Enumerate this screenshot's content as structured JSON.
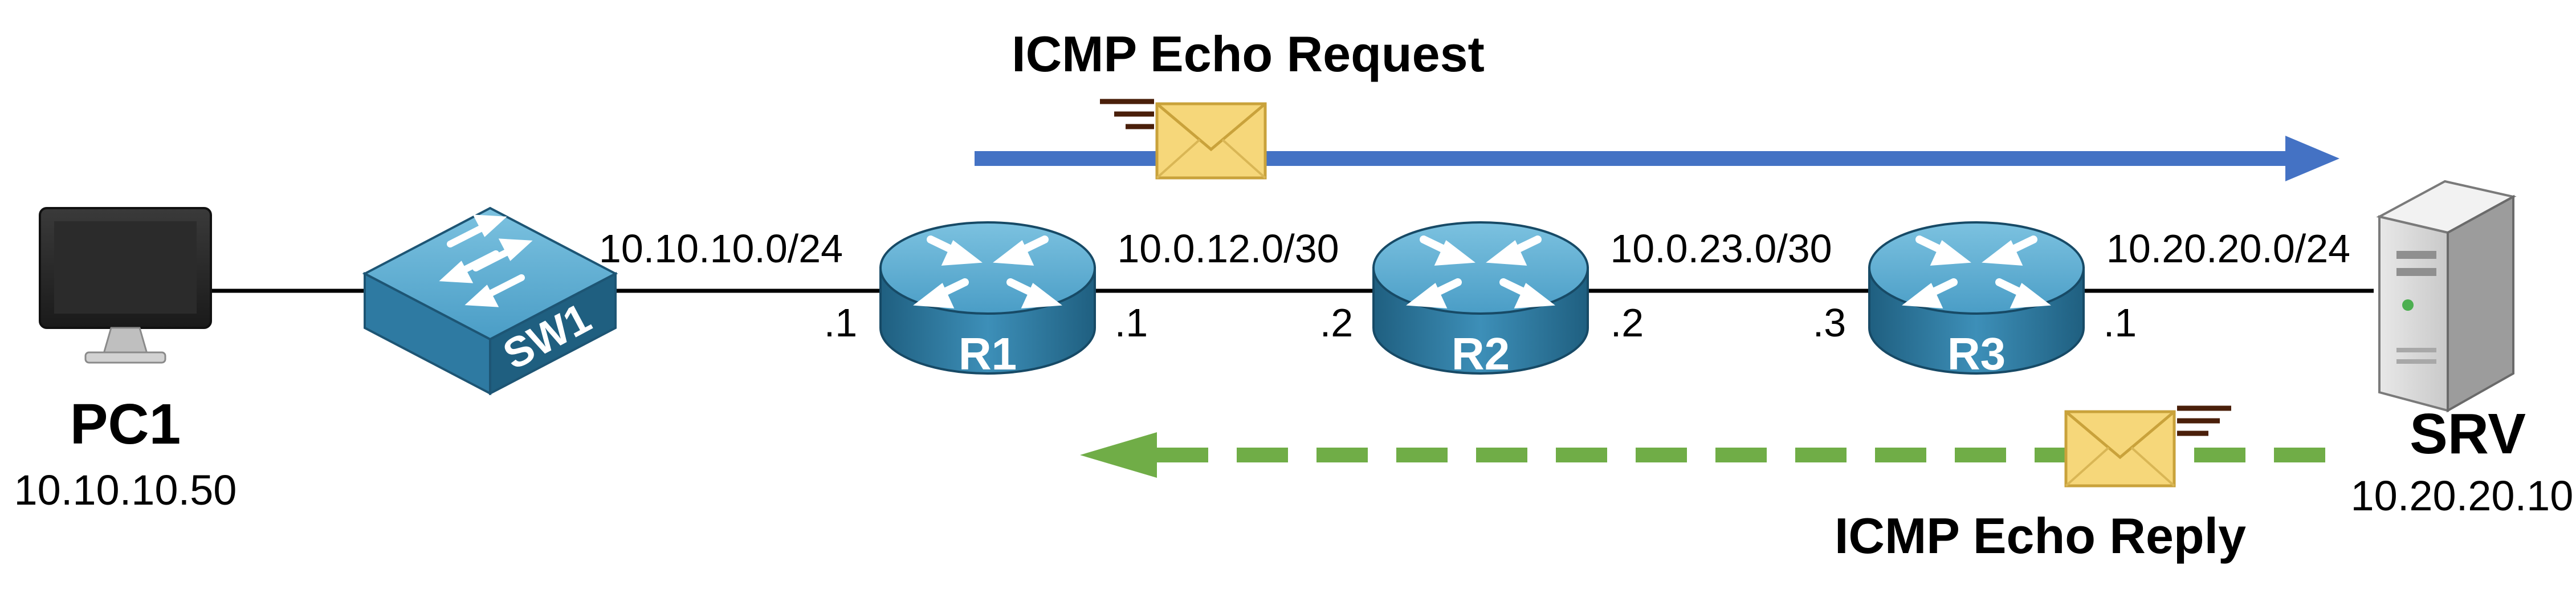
{
  "request": {
    "label": "ICMP Echo Request",
    "color": "#4472c4"
  },
  "reply": {
    "label": "ICMP Echo Reply",
    "color": "#70ad47"
  },
  "devices": {
    "pc1": {
      "name": "PC1",
      "ip": "10.10.10.50"
    },
    "sw1": {
      "name": "SW1"
    },
    "r1": {
      "name": "R1"
    },
    "r2": {
      "name": "R2"
    },
    "r3": {
      "name": "R3"
    },
    "srv": {
      "name": "SRV",
      "ip": "10.20.20.10"
    }
  },
  "networks": {
    "lan1": "10.10.10.0/24",
    "r1r2": "10.0.12.0/30",
    "r2r3": "10.0.23.0/30",
    "lan2": "10.20.20.0/24"
  },
  "interfaces": {
    "r1_left": ".1",
    "r1_right": ".1",
    "r2_left": ".2",
    "r2_right": ".2",
    "r3_left": ".3",
    "r3_right": ".1"
  },
  "colors": {
    "device_blue": "#3d8fb8",
    "envelope": "#f6d77a",
    "link": "#000000"
  }
}
